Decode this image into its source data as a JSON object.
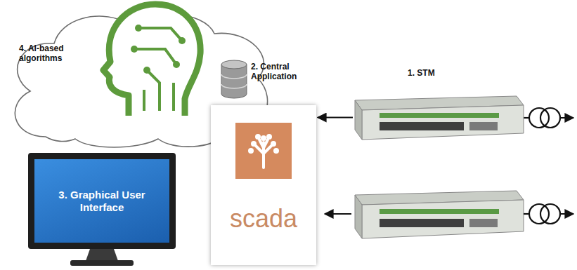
{
  "diagram": {
    "nodes": [
      {
        "text": [
          "4. AI-based algorithms"
        ]
      },
      {
        "text": [
          "2. Central Application"
        ]
      },
      {
        "text": [
          "1. STM"
        ]
      },
      {
        "text": [
          "3. Graphical User Interface"
        ]
      },
      {
        "text": [
          "scada"
        ]
      }
    ],
    "edges": [
      {
        "from": 2,
        "to": 4,
        "arrow": "to"
      }
    ]
  }
}
